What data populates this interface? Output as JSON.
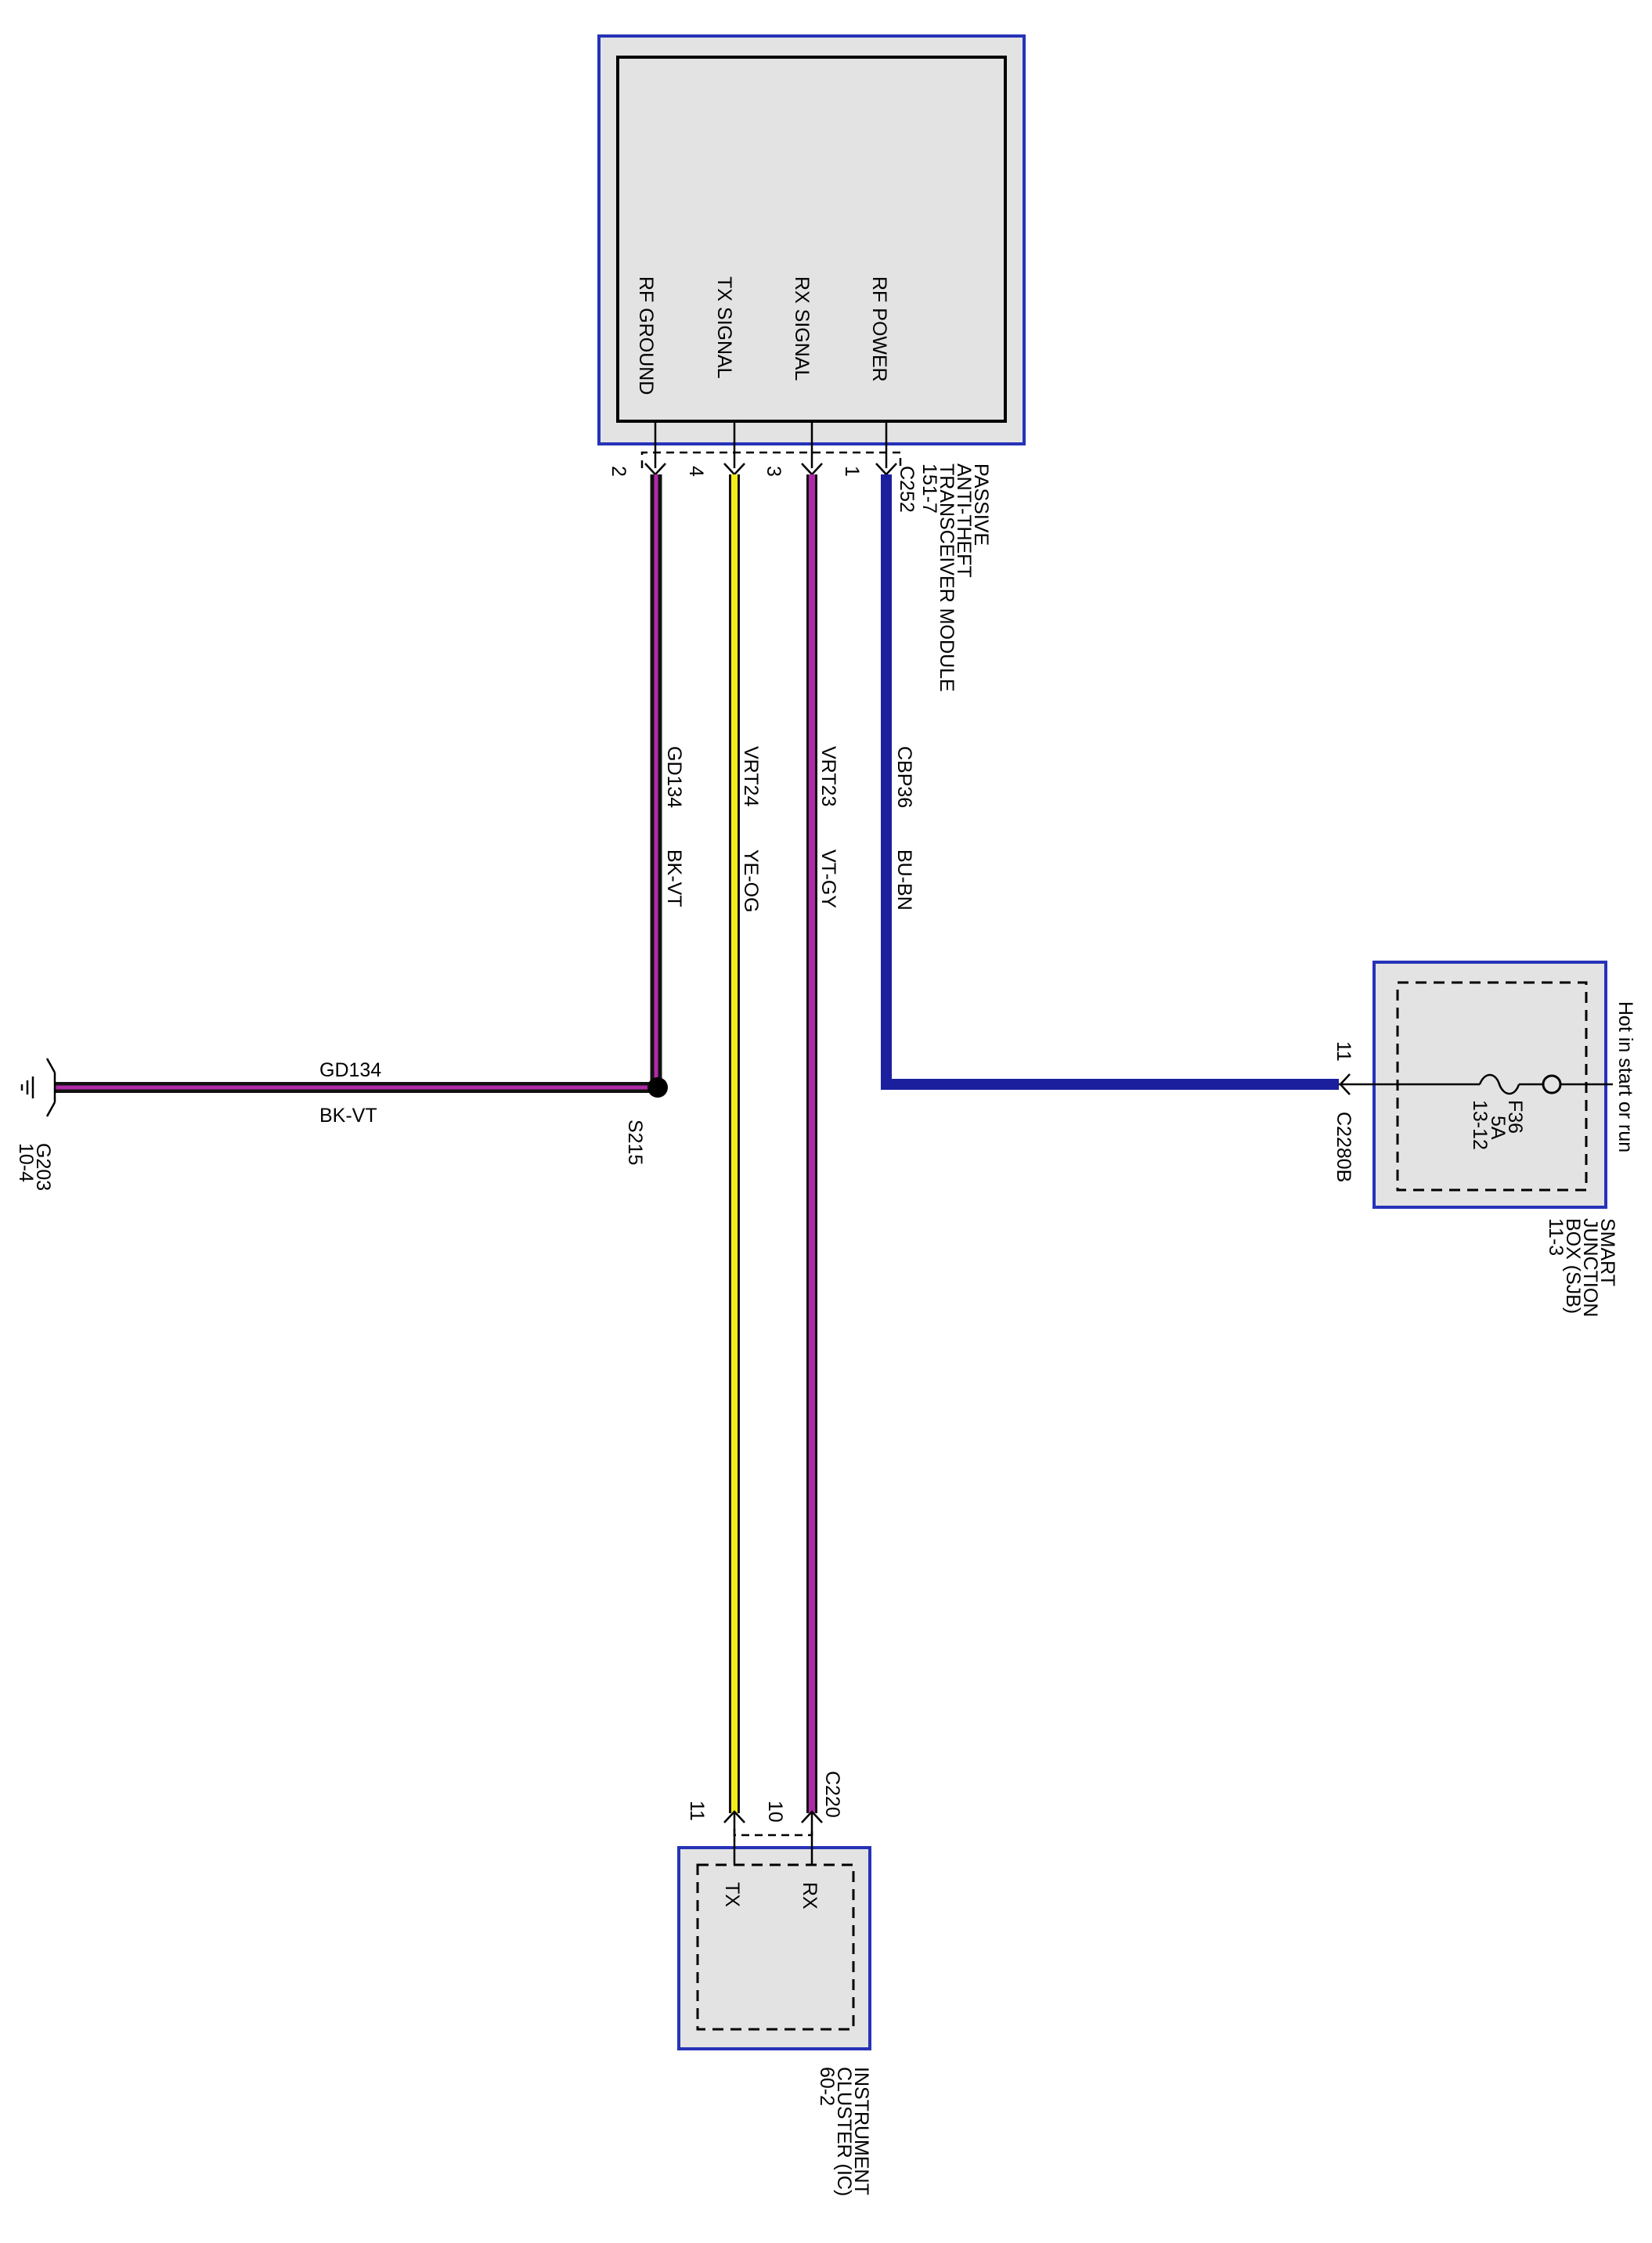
{
  "colors": {
    "box_border": "#2633b8",
    "box_fill": "#e3e3e3",
    "wire_violet": "#b02aa8",
    "wire_yellow": "#f4ec1a",
    "wire_blue": "#1b1f9e",
    "wire_black": "#111111"
  },
  "pats_module": {
    "name_lines": [
      "PASSIVE",
      "ANTI-THEFT",
      "TRANSCEIVER MODULE",
      "151-7"
    ],
    "connector": "C252",
    "pins": [
      {
        "signal": "RF GROUND",
        "pin": "2"
      },
      {
        "signal": "TX SIGNAL",
        "pin": "4"
      },
      {
        "signal": "RX SIGNAL",
        "pin": "3"
      },
      {
        "signal": "RF POWER",
        "pin": "1"
      }
    ]
  },
  "wires": [
    {
      "circuit": "GD134",
      "color_code": "BK-VT"
    },
    {
      "circuit": "VRT24",
      "color_code": "YE-OG"
    },
    {
      "circuit": "VRT23",
      "color_code": "VT-GY"
    },
    {
      "circuit": "CBP36",
      "color_code": "BU-BN"
    }
  ],
  "ground_wire": {
    "circuit": "GD134",
    "color_code": "BK-VT"
  },
  "splice": "S215",
  "ground": {
    "id": "G203",
    "ref": "10-4"
  },
  "sjb": {
    "name_lines": [
      "SMART",
      "JUNCTION",
      "BOX (SJB)",
      "11-3"
    ],
    "hot_label": "Hot in start or run",
    "fuse_name": "F36",
    "fuse_rating": "5A",
    "fuse_ref": "13-12",
    "connector": "C2280B",
    "pin": "11"
  },
  "cluster": {
    "name_lines": [
      "INSTRUMENT",
      "CLUSTER (IC)",
      "60-2"
    ],
    "connector": "C220",
    "pins": [
      {
        "signal": "TX",
        "pin": "11"
      },
      {
        "signal": "RX",
        "pin": "10"
      }
    ]
  }
}
